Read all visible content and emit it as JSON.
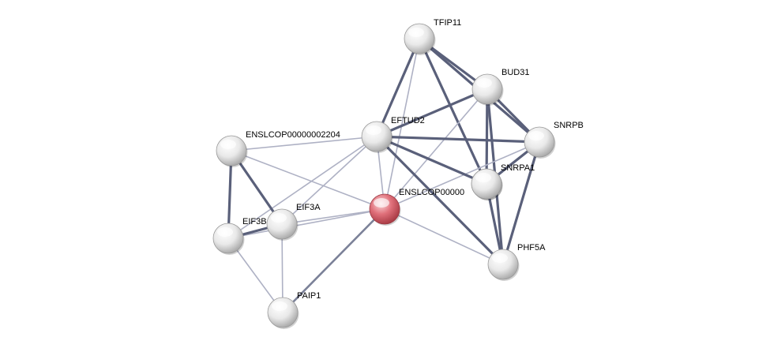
{
  "network": {
    "nodes": [
      {
        "id": "tfip11",
        "label": "TFIP11",
        "highlight": false
      },
      {
        "id": "bud31",
        "label": "BUD31",
        "highlight": false
      },
      {
        "id": "snrpb",
        "label": "SNRPB",
        "highlight": false
      },
      {
        "id": "eftud2",
        "label": "EFTUD2",
        "highlight": false
      },
      {
        "id": "snrpa1",
        "label": "SNRPA1",
        "highlight": false
      },
      {
        "id": "enslcop2204",
        "label": "ENSLCOP00000002204",
        "highlight": false
      },
      {
        "id": "query",
        "label": "ENSLCOP00000",
        "highlight": true
      },
      {
        "id": "eif3a",
        "label": "EIF3A",
        "highlight": false
      },
      {
        "id": "eif3b",
        "label": "EIF3B",
        "highlight": false
      },
      {
        "id": "phf5a",
        "label": "PHF5A",
        "highlight": false
      },
      {
        "id": "paip1",
        "label": "PAIP1",
        "highlight": false
      }
    ],
    "edges": [
      {
        "from": "tfip11",
        "to": "bud31",
        "strength": "strong"
      },
      {
        "from": "tfip11",
        "to": "snrpb",
        "strength": "strong"
      },
      {
        "from": "tfip11",
        "to": "snrpa1",
        "strength": "strong"
      },
      {
        "from": "tfip11",
        "to": "eftud2",
        "strength": "strong"
      },
      {
        "from": "tfip11",
        "to": "query",
        "strength": "weak"
      },
      {
        "from": "bud31",
        "to": "snrpb",
        "strength": "strong"
      },
      {
        "from": "bud31",
        "to": "snrpa1",
        "strength": "strong"
      },
      {
        "from": "bud31",
        "to": "phf5a",
        "strength": "strong"
      },
      {
        "from": "bud31",
        "to": "eftud2",
        "strength": "strong"
      },
      {
        "from": "bud31",
        "to": "query",
        "strength": "weak"
      },
      {
        "from": "snrpb",
        "to": "snrpa1",
        "strength": "strong"
      },
      {
        "from": "snrpb",
        "to": "phf5a",
        "strength": "strong"
      },
      {
        "from": "snrpb",
        "to": "eftud2",
        "strength": "strong"
      },
      {
        "from": "snrpb",
        "to": "query",
        "strength": "weak"
      },
      {
        "from": "snrpa1",
        "to": "phf5a",
        "strength": "strong"
      },
      {
        "from": "snrpa1",
        "to": "eftud2",
        "strength": "strong"
      },
      {
        "from": "eftud2",
        "to": "phf5a",
        "strength": "strong"
      },
      {
        "from": "eftud2",
        "to": "query",
        "strength": "weak"
      },
      {
        "from": "eftud2",
        "to": "eif3a",
        "strength": "weak"
      },
      {
        "from": "eftud2",
        "to": "eif3b",
        "strength": "weak"
      },
      {
        "from": "eftud2",
        "to": "enslcop2204",
        "strength": "weak"
      },
      {
        "from": "query",
        "to": "phf5a",
        "strength": "weak"
      },
      {
        "from": "query",
        "to": "eif3a",
        "strength": "weak"
      },
      {
        "from": "query",
        "to": "eif3b",
        "strength": "weak"
      },
      {
        "from": "query",
        "to": "enslcop2204",
        "strength": "weak"
      },
      {
        "from": "query",
        "to": "paip1",
        "strength": "medium"
      },
      {
        "from": "enslcop2204",
        "to": "eif3a",
        "strength": "strong"
      },
      {
        "from": "enslcop2204",
        "to": "eif3b",
        "strength": "strong"
      },
      {
        "from": "eif3a",
        "to": "eif3b",
        "strength": "strong"
      },
      {
        "from": "eif3a",
        "to": "paip1",
        "strength": "weak"
      },
      {
        "from": "eif3b",
        "to": "paip1",
        "strength": "weak"
      }
    ],
    "colors": {
      "edge_strong": "#5a607a",
      "edge_medium": "#7b8198",
      "edge_weak": "#aeb1c4",
      "node_fill": "#e6e6e6",
      "node_highlight": "#d9636b"
    }
  }
}
